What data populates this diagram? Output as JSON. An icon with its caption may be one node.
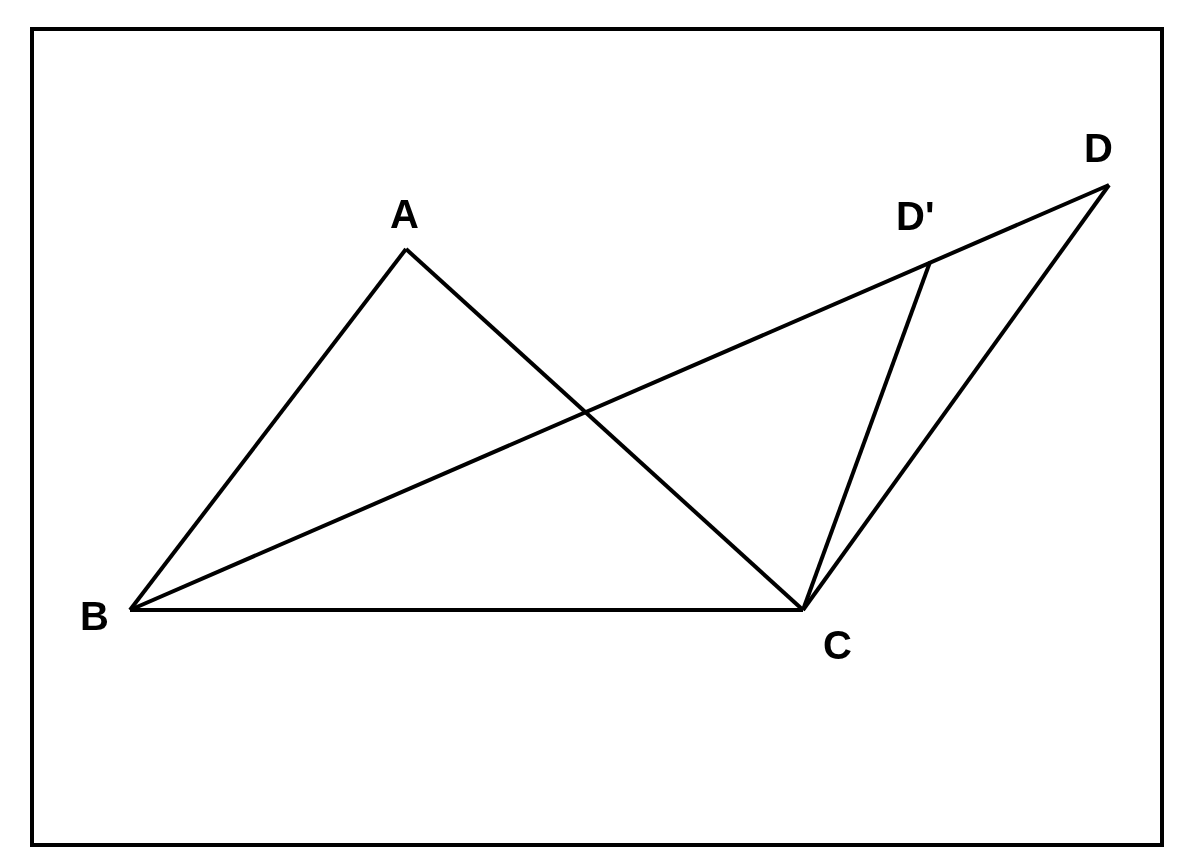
{
  "diagram": {
    "nodes": [
      {
        "text": [
          "A"
        ]
      },
      {
        "text": [
          "D"
        ]
      },
      {
        "text": [
          "D'"
        ]
      },
      {
        "text": [
          "B"
        ]
      },
      {
        "text": [
          "C"
        ]
      }
    ],
    "edges": [
      {
        "from": 3,
        "to": 0,
        "arrow": "none"
      },
      {
        "from": 0,
        "to": 4,
        "arrow": "none"
      },
      {
        "from": 3,
        "to": 4,
        "arrow": "none"
      },
      {
        "from": 3,
        "to": 1,
        "arrow": "none"
      },
      {
        "from": 4,
        "to": 2,
        "arrow": "none"
      },
      {
        "from": 4,
        "to": 1,
        "arrow": "none"
      }
    ]
  }
}
